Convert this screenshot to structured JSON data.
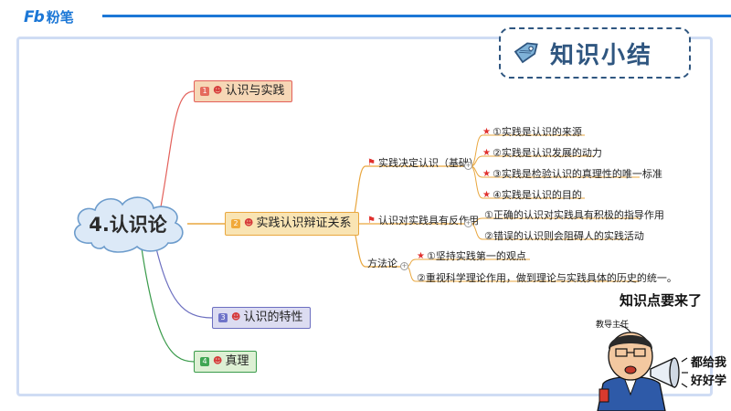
{
  "brand": {
    "logo_mark": "Fb",
    "logo_text": "粉笔"
  },
  "badge": {
    "title": "知识小结",
    "icon": "price-tag-icon"
  },
  "mindmap": {
    "root": "4.认识论",
    "branches": [
      {
        "num": "1",
        "label": "认识与实践",
        "color": "#f6d7b6",
        "border": "#e3605a",
        "num_color": "#e56a5c"
      },
      {
        "num": "2",
        "label": "实践认识辩证关系",
        "color": "#f9e4b3",
        "border": "#e9a73f",
        "num_color": "#f1a93a",
        "children": [
          {
            "label": "实践决定认识（基础）",
            "items": [
              "①实践是认识的来源",
              "②实践是认识发展的动力",
              "③实践是检验认识的真理性的唯一标准",
              "④实践是认识的目的"
            ]
          },
          {
            "label": "认识对实践具有反作用",
            "items": [
              "①正确的认识对实践具有积极的指导作用",
              "②错误的认识则会阻碍人的实践活动"
            ]
          },
          {
            "label": "方法论",
            "items": [
              "①坚持实践第一的观点",
              "②重视科学理论作用，做到理论与实践具体的历史的统一。"
            ]
          }
        ]
      },
      {
        "num": "3",
        "label": "认识的特性",
        "color": "#dcdcf1",
        "border": "#6c6fc0",
        "num_color": "#6f74c9"
      },
      {
        "num": "4",
        "label": "真理",
        "color": "#ddf0d4",
        "border": "#3a9b4b",
        "num_color": "#3fa653"
      }
    ]
  },
  "mascot": {
    "caption": "知识点要来了",
    "role_label": "教导主任",
    "shout_line1": "都给我",
    "shout_line2": "好好学"
  }
}
